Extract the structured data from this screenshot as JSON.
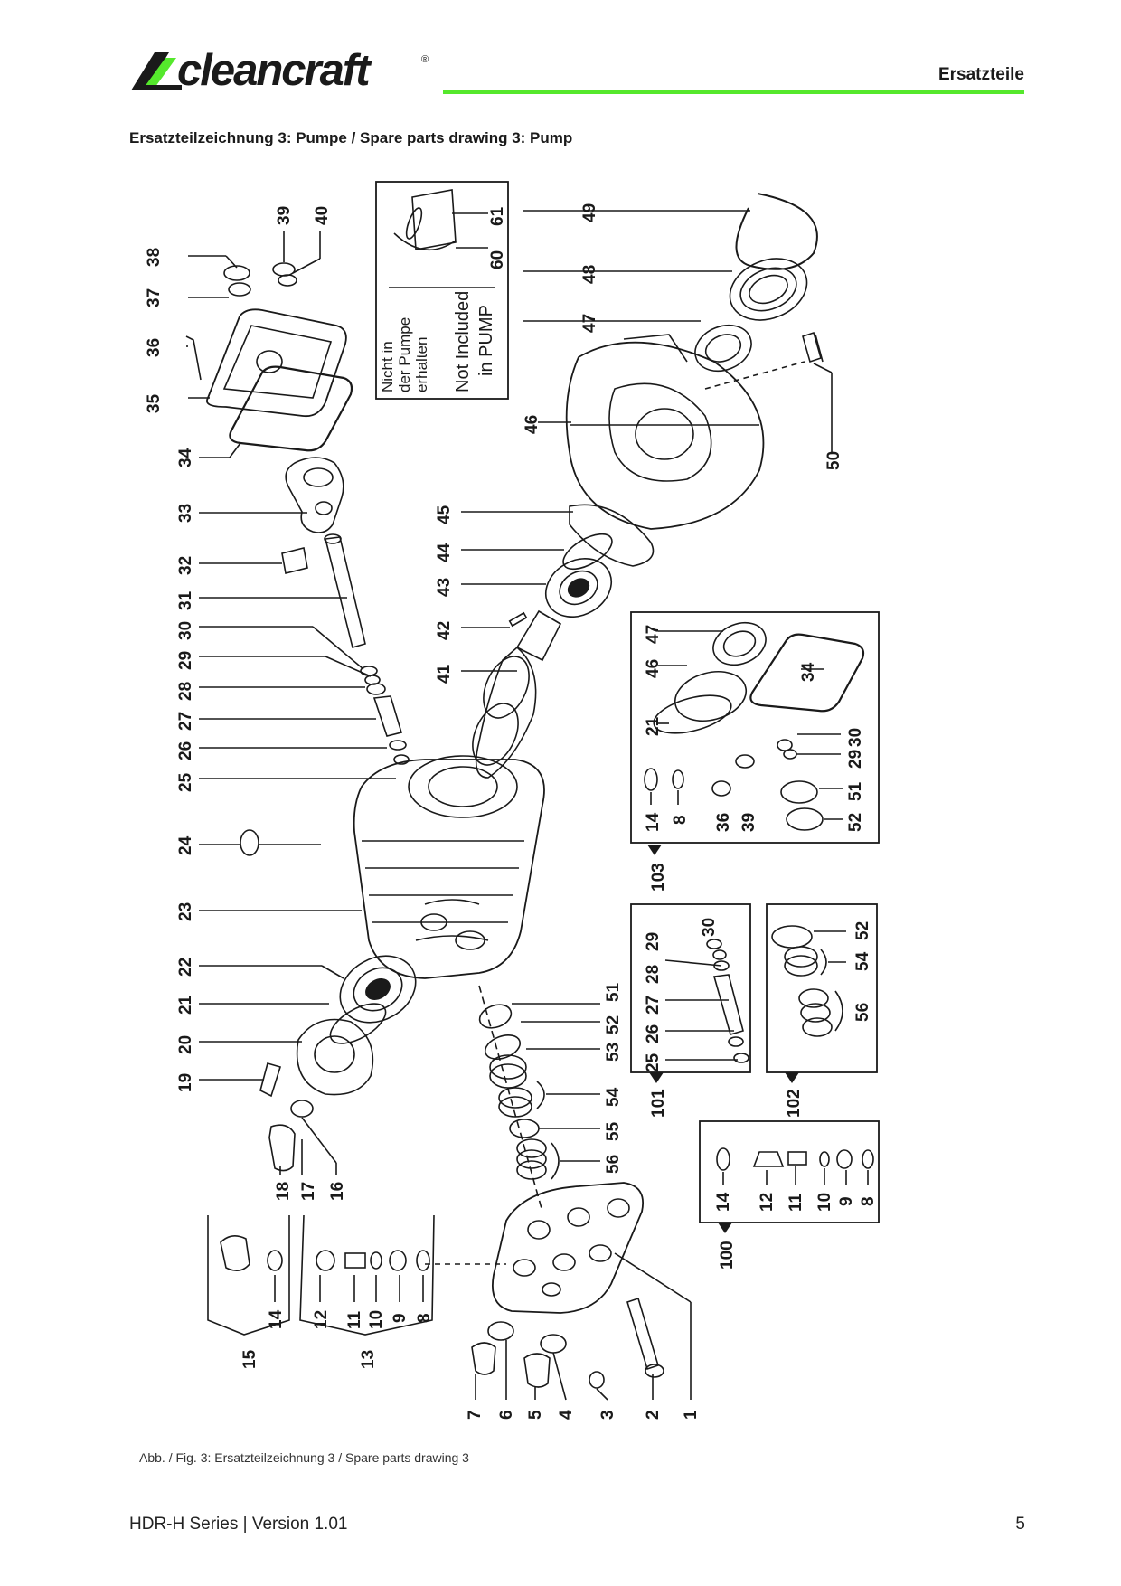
{
  "brand": {
    "name": "cleancraft"
  },
  "header": {
    "section": "Ersatzteile"
  },
  "title": "Ersatzteilzeichnung 3: Pumpe / Spare parts drawing 3: Pump",
  "note": {
    "de_line1": "Nicht in",
    "de_line2": "der Pumpe",
    "de_line3": "erhalten",
    "en_line1": "Not Included",
    "en_line2": "in PUMP"
  },
  "labels": {
    "l1": "1",
    "l2": "2",
    "l3": "3",
    "l4": "4",
    "l5": "5",
    "l6": "6",
    "l7": "7",
    "l8": "8",
    "l9": "9",
    "l10": "10",
    "l11": "11",
    "l12": "12",
    "l13": "13",
    "l14": "14",
    "l15": "15",
    "l16": "16",
    "l17": "17",
    "l18": "18",
    "l19": "19",
    "l20": "20",
    "l21": "21",
    "l22": "22",
    "l23": "23",
    "l24": "24",
    "l25": "25",
    "l26": "26",
    "l27": "27",
    "l28": "28",
    "l29": "29",
    "l30": "30",
    "l31": "31",
    "l32": "32",
    "l33": "33",
    "l34": "34",
    "l35": "35",
    "l36": "36",
    "l37": "37",
    "l38": "38",
    "l39": "39",
    "l40": "40",
    "l41": "41",
    "l42": "42",
    "l43": "43",
    "l44": "44",
    "l45": "45",
    "l46": "46",
    "l47": "47",
    "l48": "48",
    "l49": "49",
    "l50": "50",
    "l51": "51",
    "l52": "52",
    "l53": "53",
    "l54": "54",
    "l55": "55",
    "l56": "56",
    "l60": "60",
    "l61": "61",
    "l100": "100",
    "l101": "101",
    "l102": "102",
    "l103": "103"
  },
  "caption": "Abb. / Fig. 3: Ersatzteilzeichnung 3 / Spare parts drawing  3",
  "footer": {
    "series": "HDR-H Series | Version 1.01",
    "page": "5"
  },
  "colors": {
    "accent": "#55e82c",
    "ink": "#1a1a1a"
  }
}
